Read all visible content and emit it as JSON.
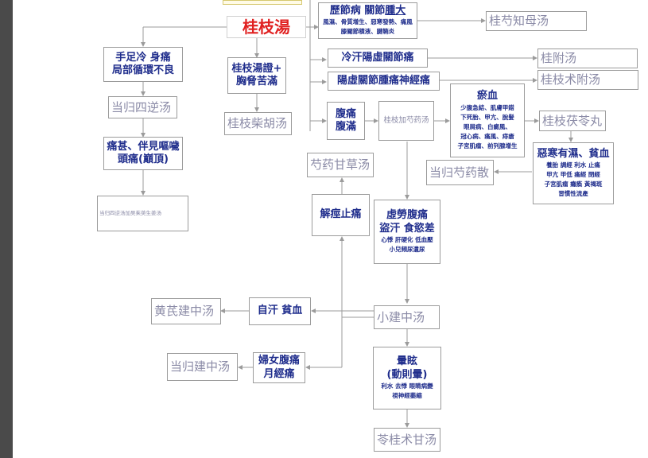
{
  "center": "桂枝湯",
  "top_box": {
    "title_a": "歷節病 關節",
    "title_b": "腫大",
    "line1": "風濕、骨質增生、惡寒發熱、痛風",
    "line2": "膝關節積液、腱鞘炎"
  },
  "herb_zhimu": "桂芍知母汤",
  "cold_sweat": "冷汗陽虛關節痛",
  "herb_fuzi": "桂附汤",
  "yangxu": "陽虛關節腫痛神經痛",
  "herb_zhufu": "桂枝术附汤",
  "shouzu": {
    "l1": "手足冷 身痛",
    "l2": "局部循環不良"
  },
  "guizhi_zheng": {
    "l1": "桂枝湯證+",
    "l2": "胸脅苦滿"
  },
  "herb_sini": "当归四逆汤",
  "herb_chaihu": "桂枝柴胡汤",
  "abdomen": {
    "l1": "腹痛",
    "l2": "腹滿"
  },
  "herb_shaoyao": "桂枝加芍药汤",
  "yuxue": {
    "title": "瘀血",
    "lines": [
      "少腹急結、肌膚甲錯",
      "下死胎、甲亢、脫髮",
      "眼屑病、白癜風、",
      "冠心病、痛風、痔瘡",
      "子宮肌瘤、前列腺增生"
    ]
  },
  "herb_fuling": "桂枝茯苓丸",
  "tongshen": {
    "l1": "痛甚、伴見嘔噦",
    "l2": "頭痛(巔頂)"
  },
  "herb_gancao": "芍药甘草汤",
  "herb_danggui_shaoyao": "当归芍药散",
  "ehan": {
    "title": "惡寒有濕、貧血",
    "lines": [
      "養胎 調經 利水 止痛",
      "甲亢 甲低 痛經 閉經",
      "子宮肌瘤 癱瘓 黃褐斑",
      "習慣性流產"
    ]
  },
  "herb_wuzhuyu": "当归四逆汤加吴茱萸生姜汤",
  "jiejing": "解痙止痛",
  "xulao": {
    "l1": "虛勞腹痛",
    "l2": "盜汗 食慾差",
    "l3": "心悸 肝硬化 低血壓",
    "l4": "小兒頻尿遺尿"
  },
  "zihan": "自汗 貧血",
  "herb_huangqi": "黄芪建中汤",
  "herb_xiaojian": "小建中汤",
  "fuke": {
    "l1": "婦女腹痛",
    "l2": "月經痛"
  },
  "herb_danggui_jian": "当归建中汤",
  "yunxuan": {
    "l1": "暈眩",
    "l2": "(動則暈)",
    "l3": "利水 去悸 眼睛病變",
    "l4": "視神經萎縮"
  },
  "herb_linggui": "苓桂术甘汤",
  "colors": {
    "accent": "#e02020",
    "text": "#1f2d8c",
    "line": "#9b9b9b"
  }
}
